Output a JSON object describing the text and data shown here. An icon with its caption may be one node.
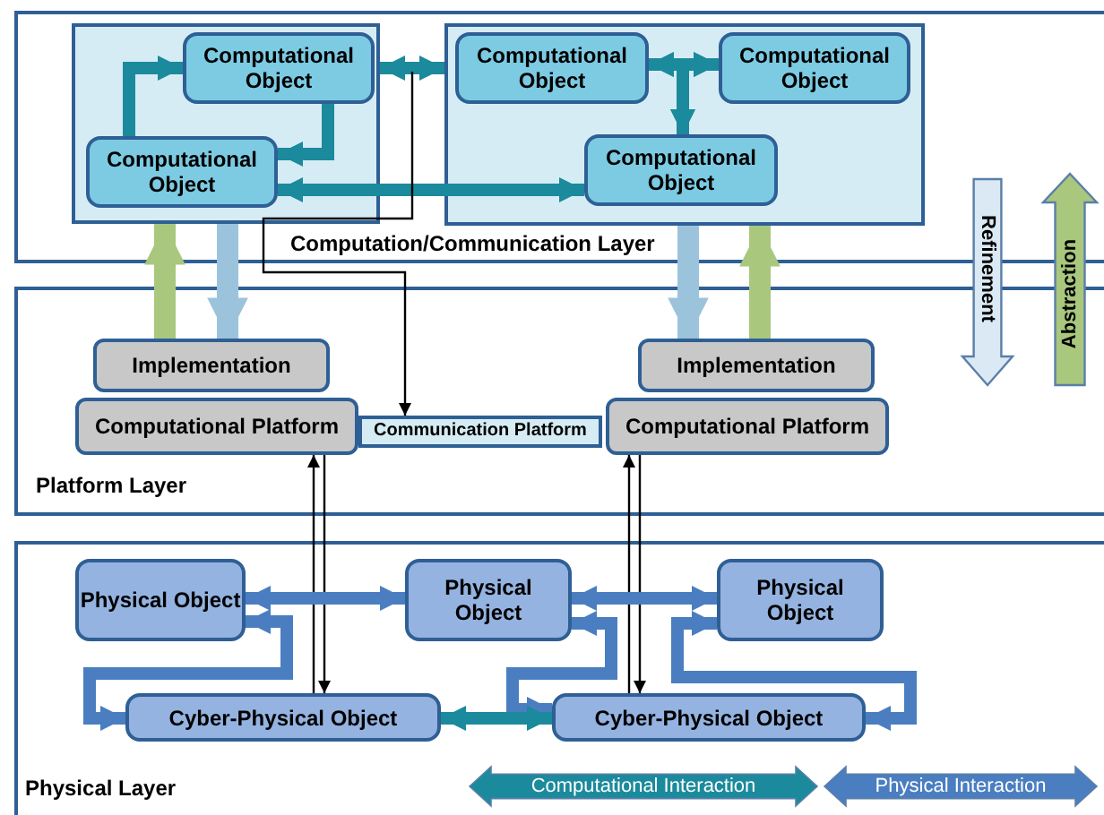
{
  "diagram": {
    "nodes": [
      {
        "text": [
          "Computation/Communication Layer"
        ]
      },
      {
        "text": [],
        "shape": "box",
        "in": 0
      },
      {
        "text": [
          "Computational Object"
        ],
        "in": 1
      },
      {
        "text": [
          "Computational Object"
        ],
        "in": 1
      },
      {
        "text": [],
        "shape": "box",
        "in": 0
      },
      {
        "text": [
          "Computational Object"
        ],
        "in": 4
      },
      {
        "text": [
          "Computational Object"
        ],
        "in": 4
      },
      {
        "text": [
          "Computational Object"
        ],
        "in": 4
      },
      {
        "text": [
          "Platform Layer"
        ]
      },
      {
        "text": [
          "Implementation"
        ],
        "in": 8
      },
      {
        "text": [
          "Computational Platform"
        ],
        "in": 8
      },
      {
        "text": [
          "Communication Platform"
        ],
        "in": 8
      },
      {
        "text": [
          "Implementation"
        ],
        "in": 8
      },
      {
        "text": [
          "Computational Platform"
        ],
        "in": 8
      },
      {
        "text": [
          "Physical Layer"
        ]
      },
      {
        "text": [
          "Physical Object"
        ],
        "in": 14
      },
      {
        "text": [
          "Physical Object"
        ],
        "in": 14
      },
      {
        "text": [
          "Physical Object"
        ],
        "in": 14
      },
      {
        "text": [
          "Cyber-Physical Object"
        ],
        "in": 14
      },
      {
        "text": [
          "Cyber-Physical Object"
        ],
        "in": 14
      }
    ],
    "edges": [
      {
        "from": 3,
        "to": 2,
        "arrow": "to",
        "color": "#1b8a9c"
      },
      {
        "from": 2,
        "to": 3,
        "arrow": "to",
        "color": "#1b8a9c"
      },
      {
        "from": 1,
        "to": 4,
        "arrow": "both",
        "color": "#1b8a9c"
      },
      {
        "from": 3,
        "to": 7,
        "arrow": "both",
        "color": "#1b8a9c"
      },
      {
        "from": 5,
        "to": 6,
        "arrow": "both",
        "color": "#1b8a9c"
      },
      {
        "from": 5,
        "to": 7,
        "arrow": "both",
        "color": "#1b8a9c"
      },
      {
        "from": 6,
        "to": 7,
        "arrow": "both",
        "color": "#1b8a9c"
      },
      {
        "from": 1,
        "to": 9,
        "arrow": "to",
        "color": "#9cc3dc"
      },
      {
        "from": 9,
        "to": 1,
        "arrow": "to",
        "color": "#a9c77d"
      },
      {
        "from": 4,
        "to": 12,
        "arrow": "to",
        "color": "#9cc3dc"
      },
      {
        "from": 12,
        "to": 4,
        "arrow": "to",
        "color": "#a9c77d"
      },
      {
        "from": null,
        "to": 11,
        "arrow": "to",
        "color": "#000000"
      },
      {
        "from": 10,
        "to": 18,
        "arrow": "to",
        "color": "#000000"
      },
      {
        "from": 18,
        "to": 10,
        "arrow": "to",
        "color": "#000000"
      },
      {
        "from": 13,
        "to": 19,
        "arrow": "to",
        "color": "#000000"
      },
      {
        "from": 19,
        "to": 13,
        "arrow": "to",
        "color": "#000000"
      },
      {
        "from": 15,
        "to": 16,
        "arrow": "both",
        "color": "#4a7ec0"
      },
      {
        "from": 16,
        "to": 17,
        "arrow": "both",
        "color": "#4a7ec0"
      },
      {
        "from": 15,
        "to": 18,
        "arrow": "both",
        "color": "#4a7ec0"
      },
      {
        "from": 16,
        "to": 19,
        "arrow": "both",
        "color": "#4a7ec0"
      },
      {
        "from": 17,
        "to": 19,
        "arrow": "both",
        "color": "#4a7ec0"
      },
      {
        "from": 18,
        "to": 19,
        "arrow": "both",
        "color": "#1b8a9c"
      }
    ],
    "labels": [
      "Refinement",
      "Abstraction"
    ],
    "legend": [
      {
        "text": "Computational Interaction",
        "color": "#1b8a9c"
      },
      {
        "text": "Physical Interaction",
        "color": "#4a7ec0"
      }
    ]
  }
}
